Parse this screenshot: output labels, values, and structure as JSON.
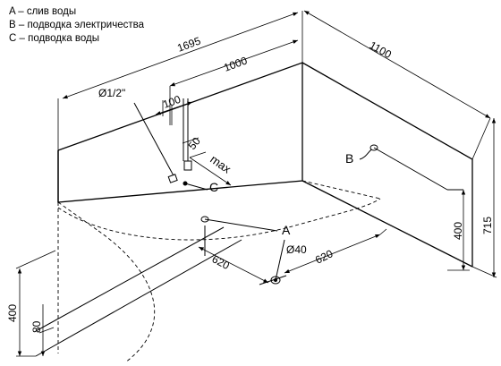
{
  "legend": [
    {
      "key": "A",
      "text": "A – слив воды"
    },
    {
      "key": "B",
      "text": "B – подводка электричества"
    },
    {
      "key": "C",
      "text": "C – подводка воды"
    }
  ],
  "dimensions": {
    "length_total": "1695",
    "length_inner": "1000",
    "width_total": "1100",
    "offset_100": "100",
    "offset_50": "50",
    "max_label": "max",
    "pipe_diameter": "Ø1/2\"",
    "drain_diameter": "Ø40",
    "drain_offset_left": "620",
    "drain_offset_right": "620",
    "height_total": "715",
    "height_b": "400",
    "height_left": "400",
    "height_base": "80"
  },
  "markers": {
    "a": "A",
    "b": "B",
    "c": "C"
  }
}
